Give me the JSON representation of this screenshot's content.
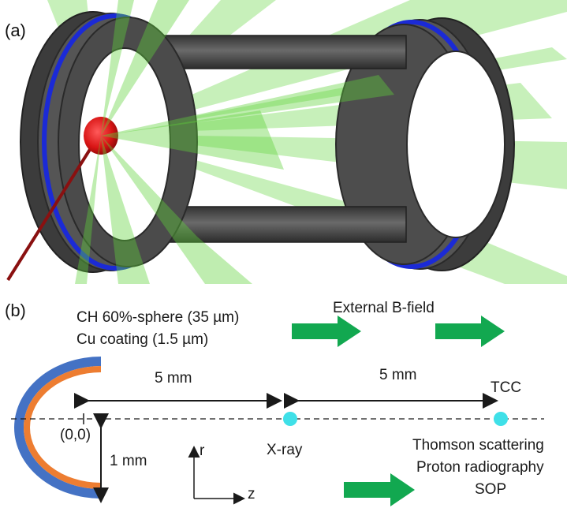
{
  "panel_a": {
    "label": "(a)",
    "colors": {
      "ring": "#4a4a4a",
      "ring_edge": "#2e2e2e",
      "coil": "#1b2ad6",
      "sphere": "#d81414",
      "beam": "#5fd33a",
      "stalk": "#8a1010"
    }
  },
  "panel_b": {
    "label": "(b)",
    "target_line1": "CH 60%-sphere (35 µm)",
    "target_line2": "Cu coating (1.5 µm)",
    "bfield_label": "External B-field",
    "dist_left": "5 mm",
    "dist_right": "5 mm",
    "tcc_label": "TCC",
    "origin_label": "(0,0)",
    "xray_label": "X-ray",
    "radius_label": "1 mm",
    "axis_r": "r",
    "axis_z": "z",
    "diag1": "Thomson scattering",
    "diag2": "Proton radiography",
    "diag3": "SOP",
    "colors": {
      "shell_outer": "#4472c4",
      "shell_inner": "#ed7d31",
      "arrow": "#12a850",
      "point": "#3fe0e8",
      "line": "#1a1a1a"
    }
  }
}
